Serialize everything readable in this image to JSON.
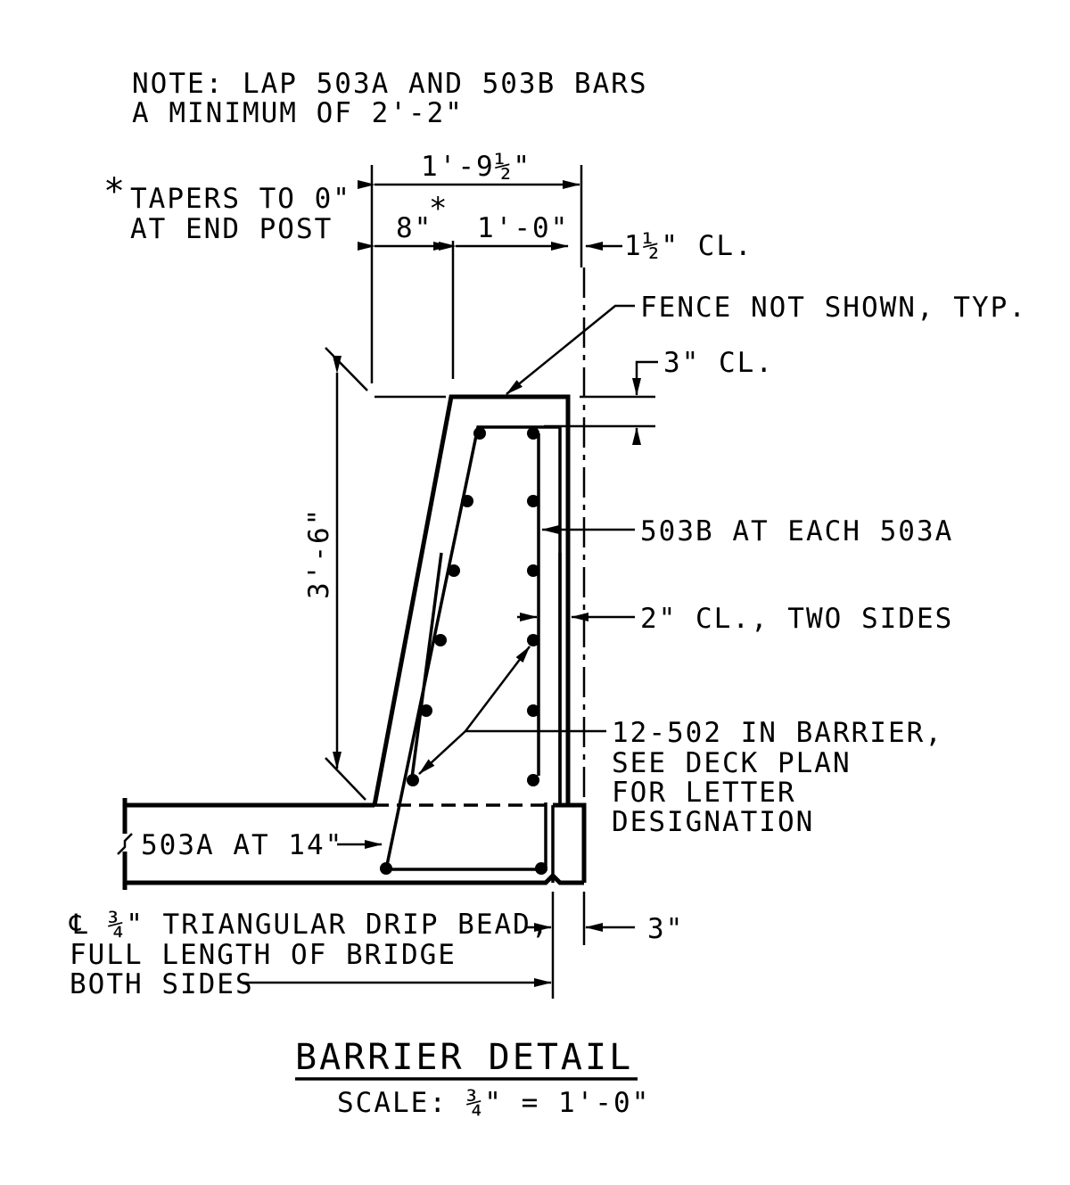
{
  "note": {
    "line1": "NOTE: LAP 503A AND 503B BARS",
    "line2": "A MINIMUM OF 2'-2\""
  },
  "tapers": {
    "star": "*",
    "line1": "TAPERS TO 0\"",
    "line2": "AT END POST"
  },
  "dims": {
    "overall_width": "1'-9½\"",
    "base_width": "8\"",
    "base_star": "*",
    "rebar_width": "1'-0\"",
    "clear_back": "1½\" CL.",
    "height": "3'-6\"",
    "top_clear": "3\" CL.",
    "side_clear": "2\" CL., TWO SIDES",
    "bottom_right": "3\""
  },
  "callouts": {
    "fence": "FENCE NOT SHOWN, TYP.",
    "bar_503b": "503B AT EACH 503A",
    "bars_502_line1": "12-502 IN BARRIER,",
    "bars_502_line2": "SEE DECK PLAN",
    "bars_502_line3": "FOR LETTER",
    "bars_502_line4": "DESIGNATION",
    "bar_503a": "503A AT 14\"",
    "drip_line1": "℄ ¾\" TRIANGULAR DRIP BEAD,",
    "drip_line2": "FULL LENGTH OF BRIDGE",
    "drip_line3": "BOTH SIDES"
  },
  "title": {
    "main": "BARRIER DETAIL",
    "scale": "SCALE: ¾\" = 1'-0\""
  }
}
